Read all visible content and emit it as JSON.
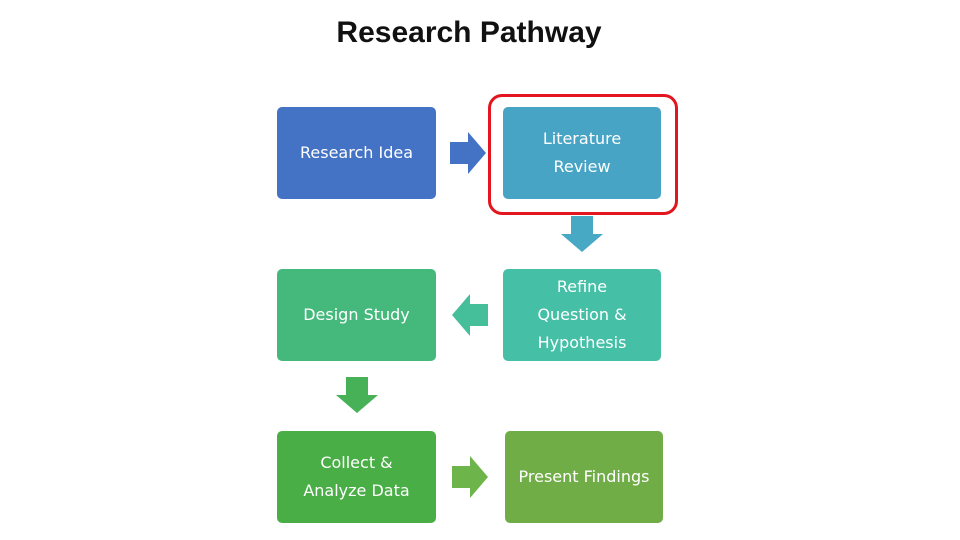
{
  "title": "Research Pathway",
  "steps": [
    {
      "label": "Research Idea",
      "color": "#4472c4"
    },
    {
      "label": "Literature Review",
      "color": "#48a4c4"
    },
    {
      "label": "Refine Question & Hypothesis",
      "color": "#45bfa6"
    },
    {
      "label": "Design Study",
      "color": "#45b97c"
    },
    {
      "label": "Collect & Analyze Data",
      "color": "#4aae47"
    },
    {
      "label": "Present Findings",
      "color": "#71ad47"
    }
  ],
  "arrows": [
    {
      "direction": "right",
      "color": "#4472c4"
    },
    {
      "direction": "down",
      "color": "#48a9c5"
    },
    {
      "direction": "left",
      "color": "#45bf9a"
    },
    {
      "direction": "down",
      "color": "#47b157"
    },
    {
      "direction": "right",
      "color": "#6db54b"
    }
  ],
  "highlight": {
    "target": "Literature Review",
    "color": "#e3161f"
  }
}
